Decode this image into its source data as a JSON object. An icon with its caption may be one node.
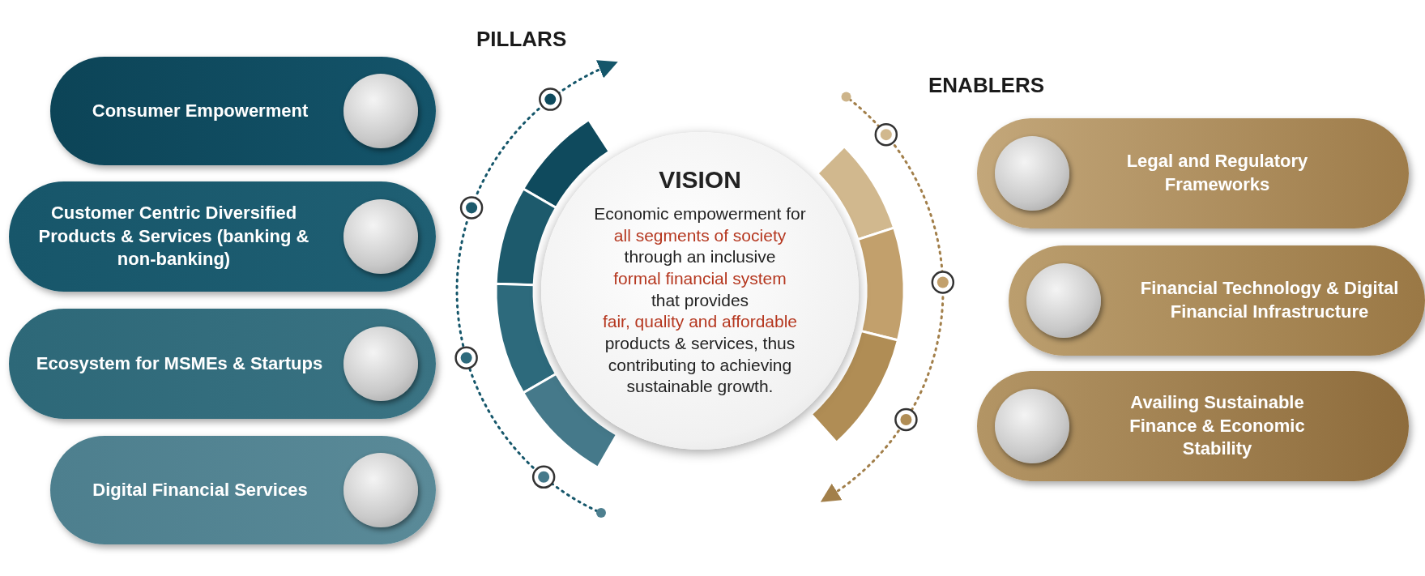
{
  "diagram": {
    "nodes": [
      {
        "text": [
          "Consumer Empowerment"
        ]
      },
      {
        "text": [
          "Customer Centric Diversified Products & Services (banking & non-banking)"
        ]
      },
      {
        "text": [
          "Ecosystem for MSMEs & Startups"
        ]
      },
      {
        "text": [
          "Digital Financial Services"
        ]
      },
      {
        "text": [
          "VISION",
          "Economic empowerment for",
          "all segments of society",
          "through an inclusive",
          "formal financial system",
          "that provides",
          "fair, quality and affordable",
          "products & services, thus contributing to achieving sustainable growth."
        ]
      },
      {
        "text": [
          "Legal and Regulatory Frameworks"
        ]
      },
      {
        "text": [
          "Financial Technology & Digital Financial Infrastructure"
        ]
      },
      {
        "text": [
          "Availing Sustainable Finance & Economic Stability"
        ]
      }
    ],
    "labels": [
      "PILLARS",
      "ENABLERS"
    ]
  }
}
